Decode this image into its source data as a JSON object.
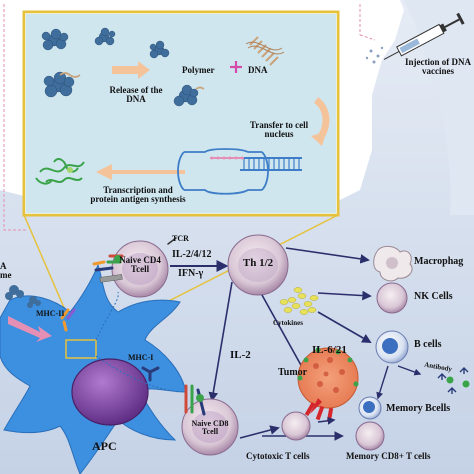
{
  "injection": {
    "label_line1": "Injection of DNA",
    "label_line2": "vaccines"
  },
  "inset": {
    "polymer": "Polymer",
    "dna": "DNA",
    "release_line1": "Release of the",
    "release_line2": "DNA",
    "transfer_line1": "Transfer to cell",
    "transfer_line2": "nucleus",
    "transcription_line1": "Transcription and",
    "transcription_line2": "protein antigen synthesis"
  },
  "left_partial": {
    "line1": "A",
    "line2": "me"
  },
  "cells": {
    "naive_cd4_line1": "Naive CD4",
    "naive_cd4_line2": "Tcell",
    "naive_cd8_line1": "Naive CD8",
    "naive_cd8_line2": "Tcell",
    "th12": "Th 1/2",
    "apc": "APC",
    "tumor": "Tumor",
    "macrophage": "Macrophag",
    "nk": "NK Cells",
    "b": "B cells",
    "memory_b": "Memory Bcells",
    "cytotoxic": "Cytotoxic T cells",
    "memory_cd8": "Memory CD8+ T cells"
  },
  "labels": {
    "tcr": "TCR",
    "il2412": "IL-2/4/12",
    "ifng": "IFN-γ",
    "il2": "IL-2",
    "il621": "IL-6/21",
    "cytokines": "Cytokines",
    "mhc2": "MHC-II",
    "mhc1": "MHC-I",
    "antibody": "Antibody"
  },
  "colors": {
    "background_bluish": "#cfd9ea",
    "inset_bg": "#cfe6ef",
    "inset_border": "#e6c23c",
    "apc_fill": "#3d8fe0",
    "nucleus": "#7b3fa0",
    "arrow_dark": "#2a2f6b",
    "orange_arrow": "#f5c39a",
    "pink_arrow": "#e58fb4"
  }
}
